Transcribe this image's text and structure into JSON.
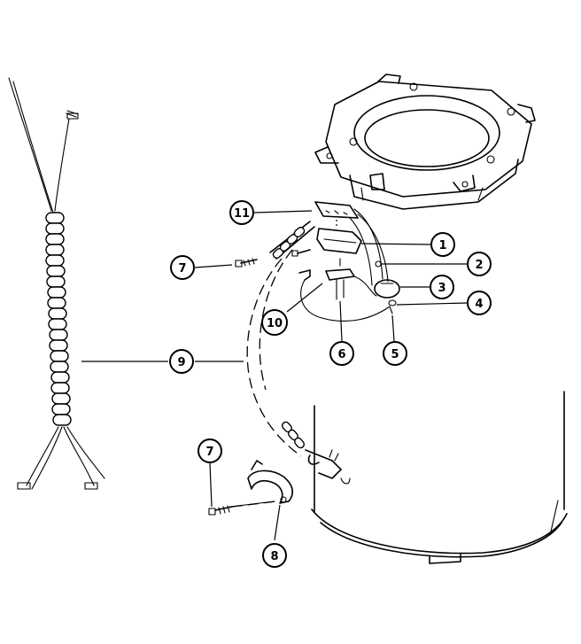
{
  "diagram": {
    "callouts": [
      {
        "id": "c1",
        "label": "1",
        "part": "switch-block"
      },
      {
        "id": "c2",
        "label": "2",
        "part": "wire-lead"
      },
      {
        "id": "c3",
        "label": "3",
        "part": "pressure-switch-round"
      },
      {
        "id": "c4",
        "label": "4",
        "part": "wire-connector"
      },
      {
        "id": "c5",
        "label": "5",
        "part": "terminal"
      },
      {
        "id": "c6",
        "label": "6",
        "part": "screw"
      },
      {
        "id": "c7a",
        "label": "7",
        "part": "screw-upper"
      },
      {
        "id": "c7b",
        "label": "7",
        "part": "screw-lower"
      },
      {
        "id": "c8",
        "label": "8",
        "part": "cable-clamp"
      },
      {
        "id": "c9",
        "label": "9",
        "part": "wire-harness"
      },
      {
        "id": "c10",
        "label": "10",
        "part": "bracket"
      },
      {
        "id": "c11",
        "label": "11",
        "part": "terminal-block"
      }
    ]
  }
}
